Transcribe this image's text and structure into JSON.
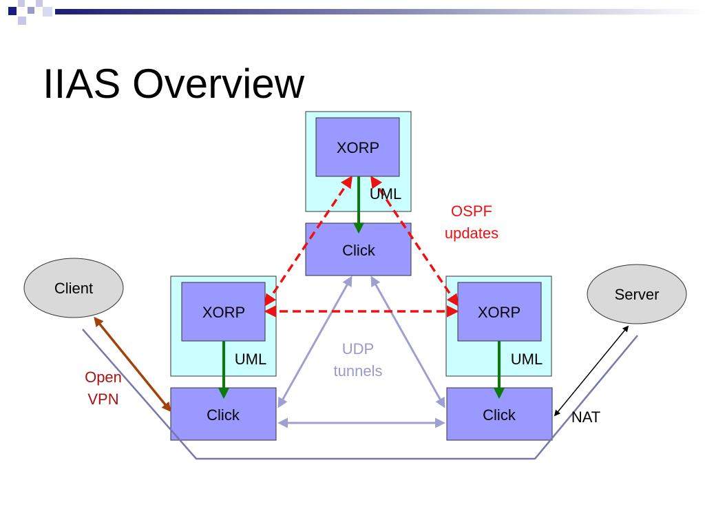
{
  "slide": {
    "title": "IIAS Overview"
  },
  "diagram": {
    "nodes": {
      "top_xorp": "XORP",
      "top_uml": "UML",
      "top_click": "Click",
      "left_xorp": "XORP",
      "left_uml": "UML",
      "left_click": "Click",
      "right_xorp": "XORP",
      "right_uml": "UML",
      "right_click": "Click",
      "client": "Client",
      "server": "Server"
    },
    "labels": {
      "ospf_line1": "OSPF",
      "ospf_line2": "updates",
      "udp_line1": "UDP",
      "udp_line2": "tunnels",
      "openvpn_line1": "Open",
      "openvpn_line2": "VPN",
      "nat": "NAT"
    }
  },
  "colors": {
    "uml_fill": "#ccffff",
    "box_fill": "#9999ff",
    "ellipse_fill": "#d9d9d9",
    "ospf_red": "#ee1111",
    "udp_lavender": "#a0a0d0",
    "green_arrow": "#0a7a0a",
    "openvpn_brown": "#a0420a",
    "path_line": "#7777aa",
    "openvpn_text": "#aa1111",
    "udp_text": "#9999cc",
    "accent_navy": "#1c1c7a"
  }
}
